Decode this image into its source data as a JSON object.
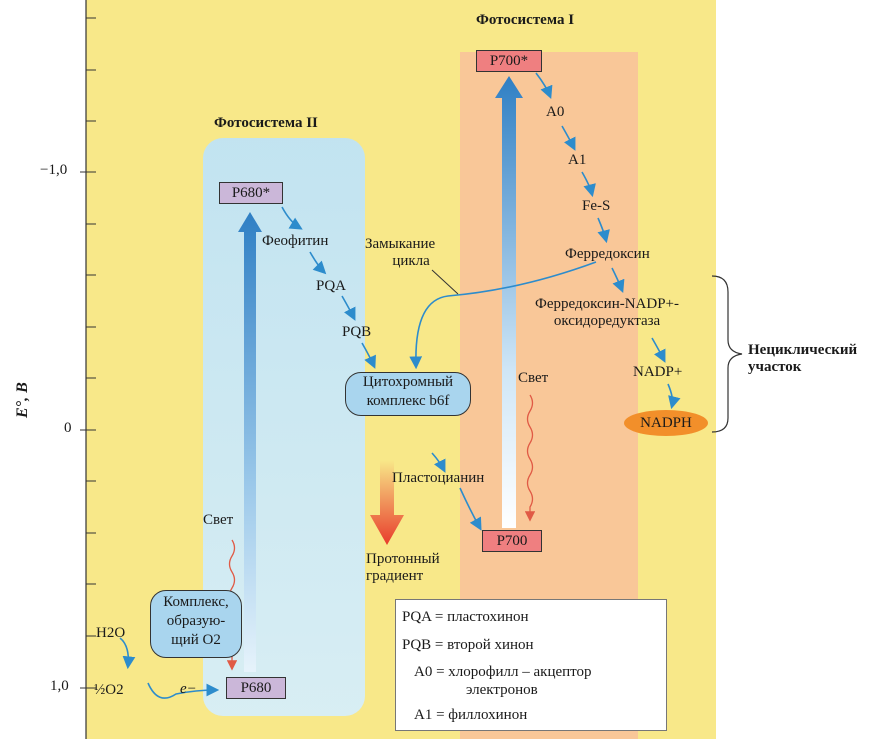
{
  "axis": {
    "label": "E°, В",
    "ticks": [
      "−1,0",
      "0",
      "1,0"
    ]
  },
  "photosystem_1": {
    "title": "Фотосистема I",
    "excited": "P700*",
    "ground": "P700",
    "chain": [
      "A0",
      "A1",
      "Fe-S",
      "Ферредоксин",
      "Ферредоксин-NADP+-",
      "оксидоредуктаза",
      "NADP+"
    ],
    "product": "NADPH",
    "light": "Свет"
  },
  "photosystem_2": {
    "title": "Фотосистема II",
    "excited": "P680*",
    "ground": "P680",
    "chain": [
      "Феофитин",
      "PQA",
      "PQB"
    ],
    "light": "Свет"
  },
  "cytochrome": {
    "line1": "Цитохромный",
    "line2": "комплекс b6f"
  },
  "plastocyanin": "Пластоцианин",
  "cycle": {
    "line1": "Замыкание",
    "line2": "цикла"
  },
  "proton": {
    "line1": "Протонный",
    "line2": "градиент"
  },
  "oxygen_complex": {
    "line1": "Комплекс,",
    "line2": "образую-",
    "line3": "щий O2"
  },
  "water": {
    "h2o": "H2O",
    "o2": "½O2",
    "electron": "e−"
  },
  "noncyclic": {
    "line1": "Нециклический",
    "line2": "участок"
  },
  "legend": [
    "PQA = пластохинон",
    "PQB = второй хинон",
    "A0 = хлорофилл – акцептор",
    "электронов",
    "A1 = филлохинон"
  ],
  "colors": {
    "panel": "#f8e889",
    "ps1": "#f8c39a",
    "ps2": "#bfe3f6",
    "arrow_blue": "#3a8fd0",
    "light_red": "#e0604a",
    "nadph": "#f28f2a"
  }
}
